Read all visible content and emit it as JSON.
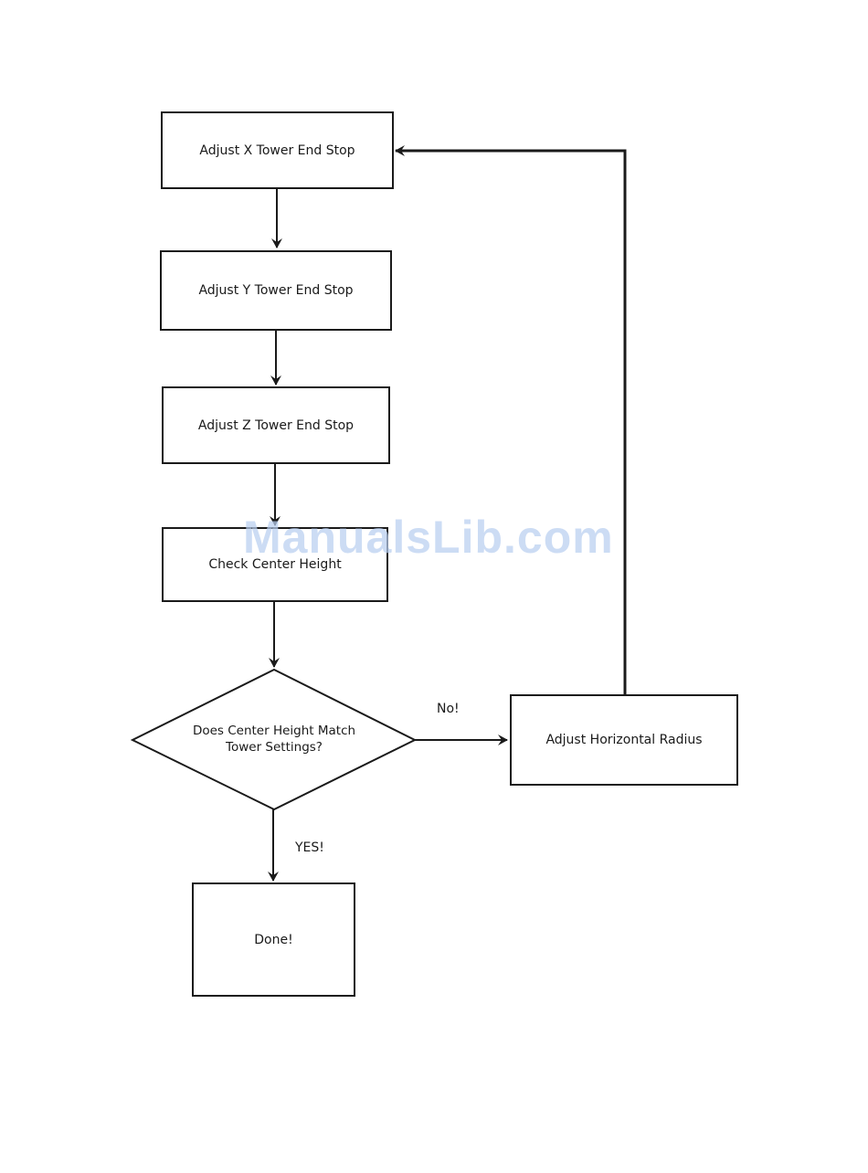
{
  "steps": {
    "adjust_x": "Adjust X Tower End Stop",
    "adjust_y": "Adjust Y Tower End Stop",
    "adjust_z": "Adjust Z Tower End Stop",
    "check_center": "Check Center Height",
    "decision_line1": "Does Center Height Match",
    "decision_line2": "Tower Settings?",
    "adjust_radius": "Adjust Horizontal Radius",
    "done": "Done!"
  },
  "edge_labels": {
    "no": "No!",
    "yes": "YES!"
  },
  "watermark": {
    "text": "ManualsLib.com",
    "color": "#b9cff0"
  }
}
